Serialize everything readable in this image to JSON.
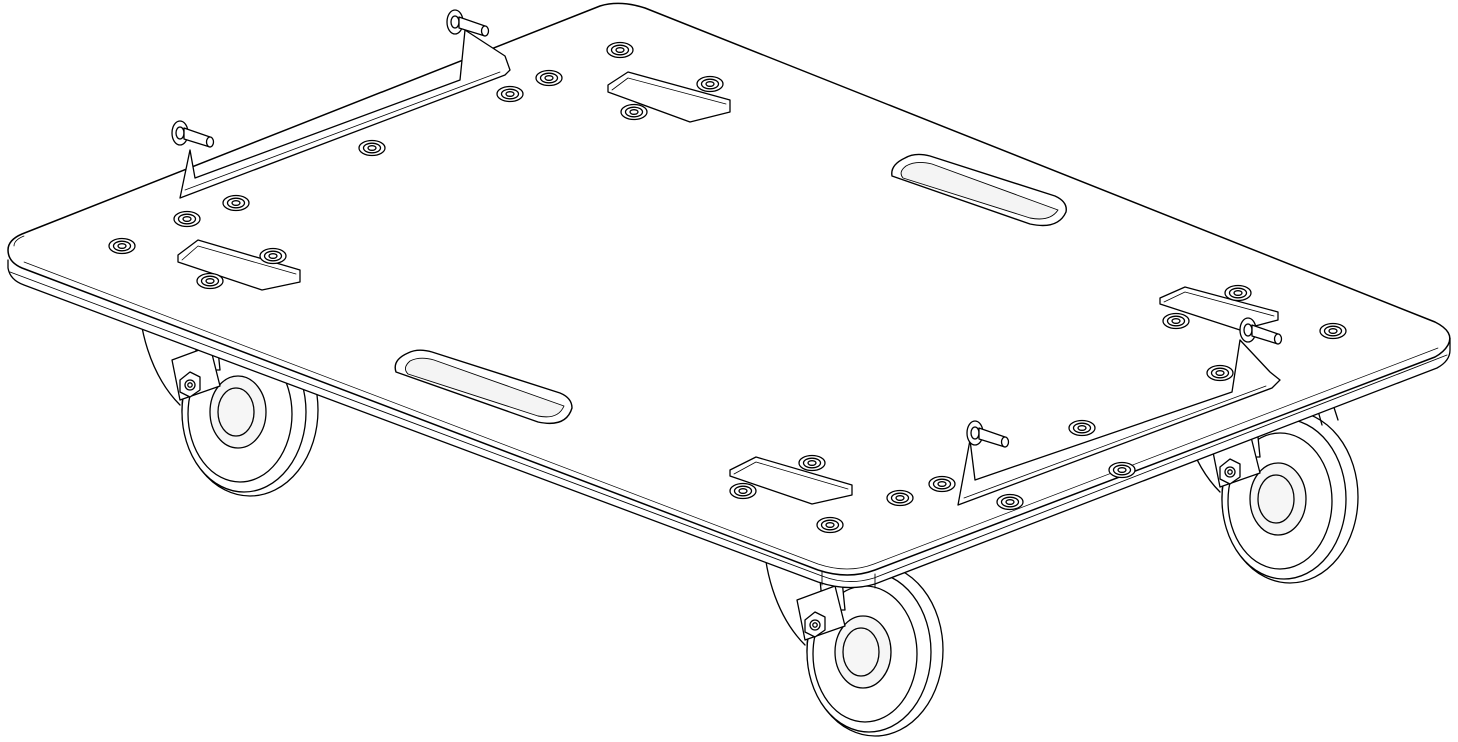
{
  "figure": {
    "subject": "caster-dolly-board",
    "line_color": "#000000",
    "fill_color": "#ffffff",
    "shade_color": "#f2f2f2"
  },
  "components": {
    "board": {
      "count": 1
    },
    "casters": {
      "count": 4
    },
    "rigging_brackets": {
      "count": 4
    },
    "handle_slots": {
      "count": 2
    },
    "fitting_recesses": {
      "count": 4
    },
    "countersunk_fixings": {
      "count": 23
    }
  }
}
